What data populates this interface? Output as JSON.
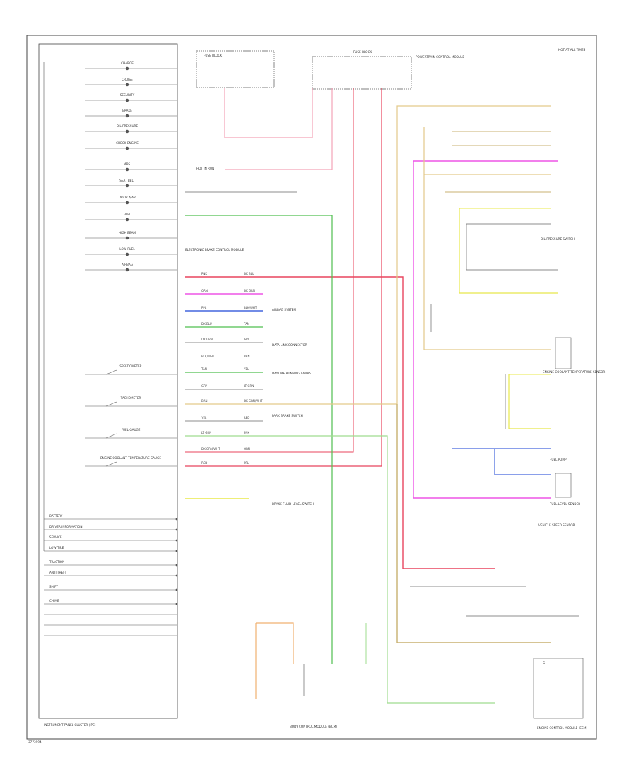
{
  "diagram": {
    "footer_left": "INSTRUMENT PANEL CLUSTER (IPC)",
    "bottom_center": "BODY CONTROL MODULE (BCM)",
    "bottom_right": "ENGINE CONTROL MODULE (ECM)"
  },
  "cluster_indicators": [
    "CHARGE",
    "CRUISE",
    "SECURITY",
    "BRAKE",
    "OIL PRESSURE",
    "CHECK ENGINE",
    "ABS",
    "SEAT BELT",
    "DOOR AJAR",
    "FUEL",
    "HIGH BEAM",
    "LOW FUEL",
    "AIRBAG"
  ],
  "cluster_gauges": [
    "SPEEDOMETER",
    "TACHOMETER",
    "FUEL GAUGE",
    "ENGINE COOLANT TEMPERATURE GAUGE"
  ],
  "cluster_lower_labels": [
    "BATTERY",
    "DRIVER INFORMATION",
    "SERVICE",
    "LOW TIRE",
    "TRACTION",
    "ANTI-THEFT",
    "SHIFT",
    "CHIME"
  ],
  "components": {
    "fuse_block_left": "FUSE BLOCK",
    "fuse_block_center": "FUSE BLOCK",
    "module_center": "POWERTRAIN CONTROL MODULE",
    "ecm_connector": "ELECTRONIC BRAKE CONTROL MODULE",
    "oil_switch": "OIL PRESSURE SWITCH",
    "fuel_sender": "FUEL LEVEL SENDER",
    "fuel_pump": "FUEL PUMP",
    "vehicle_speed": "VEHICLE SPEED SENSOR",
    "coolant_sensor": "ENGINE COOLANT TEMPERATURE SENSOR",
    "park_brake": "PARK BRAKE SWITCH",
    "brake_fluid": "BRAKE FLUID LEVEL SWITCH",
    "airbag": "AIRBAG SYSTEM",
    "daytime_lamps": "DAYTIME RUNNING LAMPS",
    "data_link": "DATA LINK CONNECTOR",
    "hot_at_all_times": "HOT AT ALL TIMES",
    "hot_in_run": "HOT IN RUN",
    "ground": "G"
  },
  "wire_labels": [
    "PNK",
    "ORN",
    "PPL",
    "DK BLU",
    "DK GRN",
    "BLK/WHT",
    "TAN",
    "GRY",
    "BRN",
    "YEL",
    "LT GRN",
    "DK GRN/WHT",
    "RED"
  ],
  "colors": {
    "pink": "#f4a3b8",
    "red": "#e8455e",
    "magenta": "#ee55e6",
    "blue": "#4466dd",
    "green": "#4fbf4f",
    "light_green": "#9fdc8f",
    "tan": "#e3c98a",
    "yellow": "#e8e84a",
    "orange": "#f0b070",
    "dark_tan": "#c8b070",
    "gray": "#555555"
  }
}
